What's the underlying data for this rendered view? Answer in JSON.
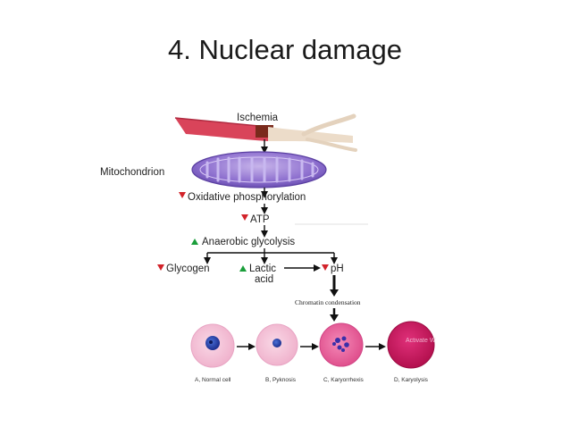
{
  "slide": {
    "title": "4. Nuclear damage"
  },
  "diagram": {
    "ischemia": "Ischemia",
    "mitochondrion": "Mitochondrion",
    "oxidative": "Oxidative phosphorylation",
    "atp": "ATP",
    "anaerobic": "Anaerobic glycolysis",
    "glycogen": "Glycogen",
    "lactic_line1": "Lactic",
    "lactic_line2": "acid",
    "ph": "pH",
    "chromatin": "Chromatin condensation",
    "arrow_up_color": "#1a9e3a",
    "arrow_down_color": "#d2232a",
    "cells": [
      {
        "caption": "A, Normal cell"
      },
      {
        "caption": "B, Pyknosis"
      },
      {
        "caption": "C, Karyorrhexis"
      },
      {
        "caption": "D, Karyolysis"
      }
    ],
    "watermark": "Activate W"
  }
}
